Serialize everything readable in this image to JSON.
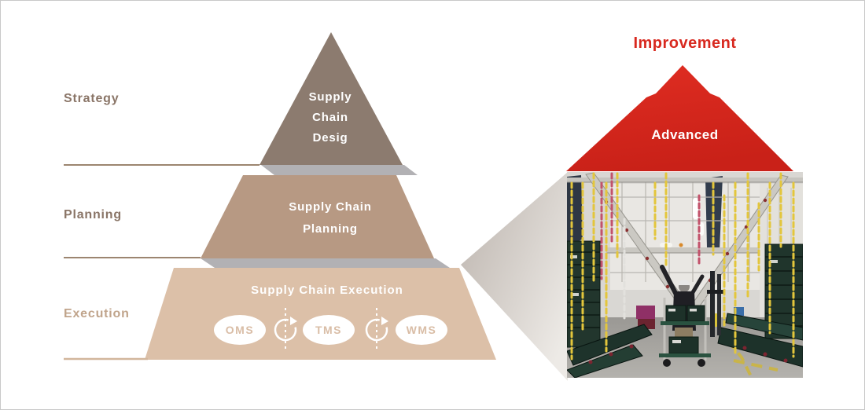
{
  "pyramid": {
    "side_labels": [
      "Strategy",
      "Planning",
      "Execution"
    ],
    "strategy": {
      "lines": [
        "Supply",
        "Chain",
        "Desig"
      ]
    },
    "planning": {
      "lines": [
        "Supply Chain",
        "Planning"
      ]
    },
    "execution": {
      "title": "Supply Chain Execution",
      "systems": [
        "OMS",
        "TMS",
        "WMS"
      ]
    }
  },
  "improvement": {
    "title": "Improvement",
    "stage_label": "Advanced"
  },
  "icons": {
    "sync_icon": "circular-refresh-arrow",
    "photo": "warehouse-aisle-photo"
  },
  "colors": {
    "strategy_fill": "#8c7b6f",
    "planning_fill": "#b79983",
    "execution_fill": "#dcc0a8",
    "level_shadow": "#b2b1b4",
    "accent_red": "#d8251d",
    "improvement_text": "#d8291f",
    "side_label_brown": "#8a7567",
    "execution_label_tan": "#c0a48b",
    "oval_text_tan": "#d9bda6"
  }
}
